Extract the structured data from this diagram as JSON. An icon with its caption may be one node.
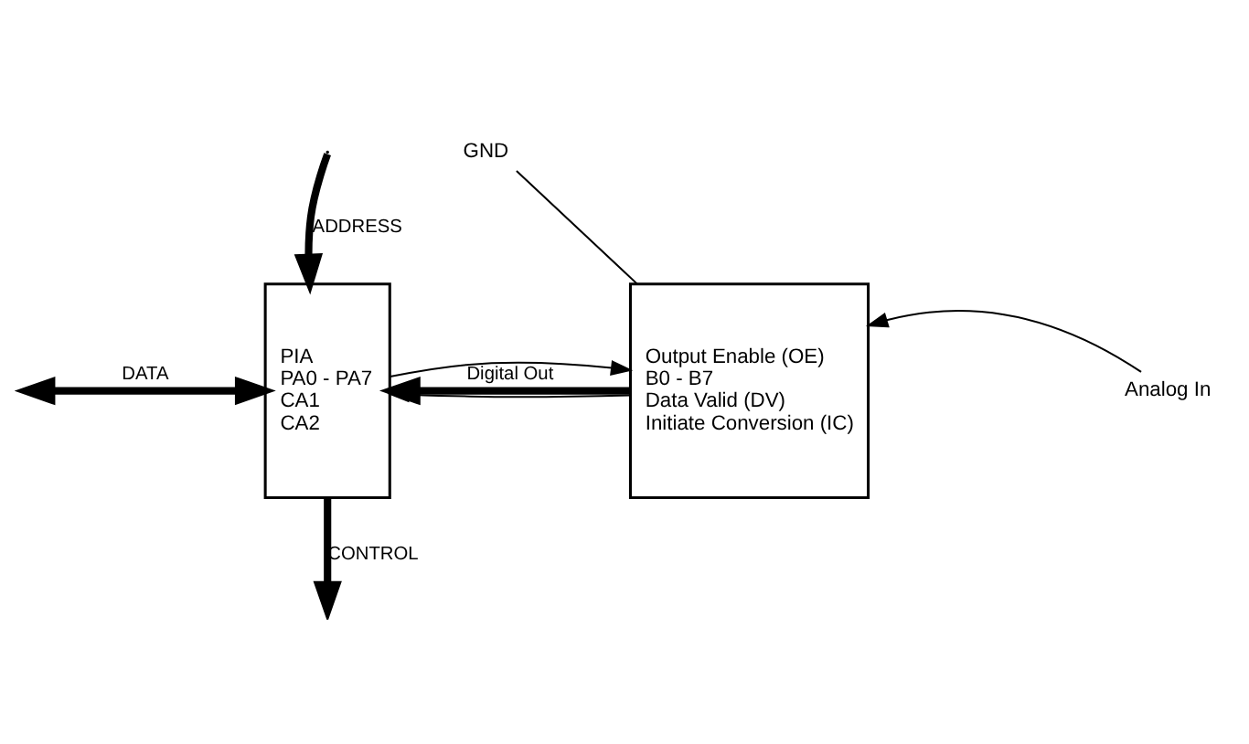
{
  "diagram": {
    "nodes": [
      {
        "text": [
          "PIA",
          "PA0 - PA7",
          "CA1",
          "CA2"
        ]
      },
      {
        "text": [
          "Output Enable (OE)",
          "B0 - B7",
          "Data Valid (DV)",
          "Initiate Conversion (IC)"
        ]
      },
      {
        "text": [
          "Analog In"
        ]
      },
      {
        "text": [
          "GND"
        ]
      }
    ],
    "edges": [
      {
        "from": null,
        "to": 0,
        "arrow": "both",
        "label": "DATA",
        "style": "thick"
      },
      {
        "from": null,
        "to": 0,
        "arrow": "to",
        "label": "ADDRESS",
        "style": "thick"
      },
      {
        "from": 0,
        "to": null,
        "arrow": "to",
        "label": "CONTROL",
        "style": "thick"
      },
      {
        "from": 1,
        "to": 0,
        "arrow": "to",
        "label": "Digital Out",
        "style": "thick"
      },
      {
        "from": 1,
        "to": 0,
        "arrow": "to"
      },
      {
        "from": 0,
        "to": 1,
        "arrow": "to"
      },
      {
        "from": 2,
        "to": 1,
        "arrow": "to"
      },
      {
        "from": 3,
        "to": 1,
        "arrow": "none"
      }
    ]
  }
}
